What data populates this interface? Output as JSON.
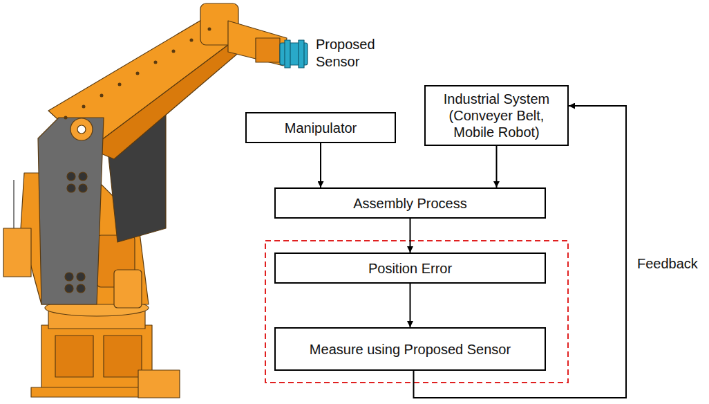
{
  "diagram": {
    "nodes": [
      {
        "text": [
          "Manipulator"
        ]
      },
      {
        "text": [
          "Industrial System (Conveyer Belt, Mobile Robot)"
        ]
      },
      {
        "text": [
          "Assembly Process"
        ]
      },
      {
        "text": [
          "Position Error"
        ]
      },
      {
        "text": [
          "Measure using Proposed Sensor"
        ]
      }
    ],
    "edges": [
      {
        "from": 0,
        "to": 2,
        "arrow": "to"
      },
      {
        "from": 1,
        "to": 2,
        "arrow": "to"
      },
      {
        "from": 2,
        "to": 3,
        "arrow": "to"
      },
      {
        "from": 3,
        "to": 4,
        "arrow": "to"
      },
      {
        "from": 4,
        "to": 1,
        "label": "Feedback",
        "arrow": "to"
      }
    ],
    "labels": [
      "Proposed Sensor"
    ]
  }
}
